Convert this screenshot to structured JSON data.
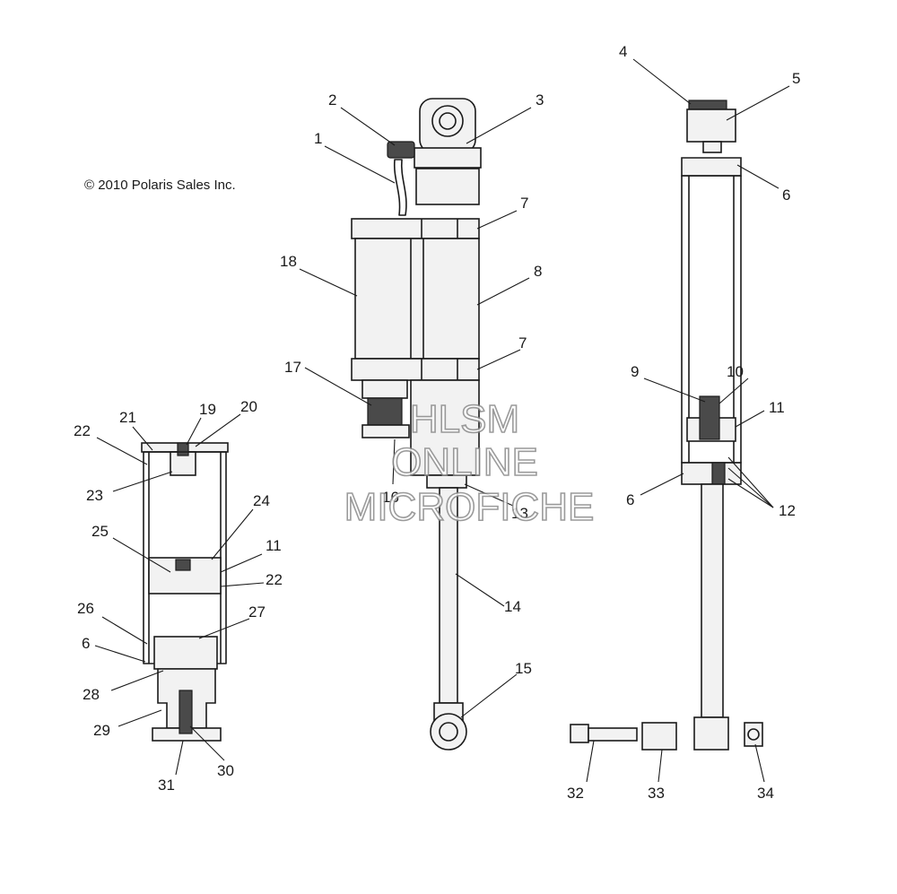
{
  "copyright": "© 2010 Polaris Sales Inc.",
  "watermark": {
    "line1": "HLSM",
    "line2": "ONLINE",
    "line3": "MICROFICHE"
  },
  "callouts": [
    "1",
    "2",
    "3",
    "4",
    "5",
    "6",
    "7",
    "8",
    "9",
    "10",
    "11",
    "12",
    "13",
    "14",
    "15",
    "16",
    "17",
    "18",
    "19",
    "20",
    "21",
    "22",
    "23",
    "24",
    "25",
    "26",
    "27",
    "28",
    "29",
    "30",
    "31",
    "32",
    "33",
    "34"
  ],
  "colors": {
    "line": "#1a1a1a",
    "watermark_stroke": "#8a8a8a",
    "background": "#ffffff"
  }
}
